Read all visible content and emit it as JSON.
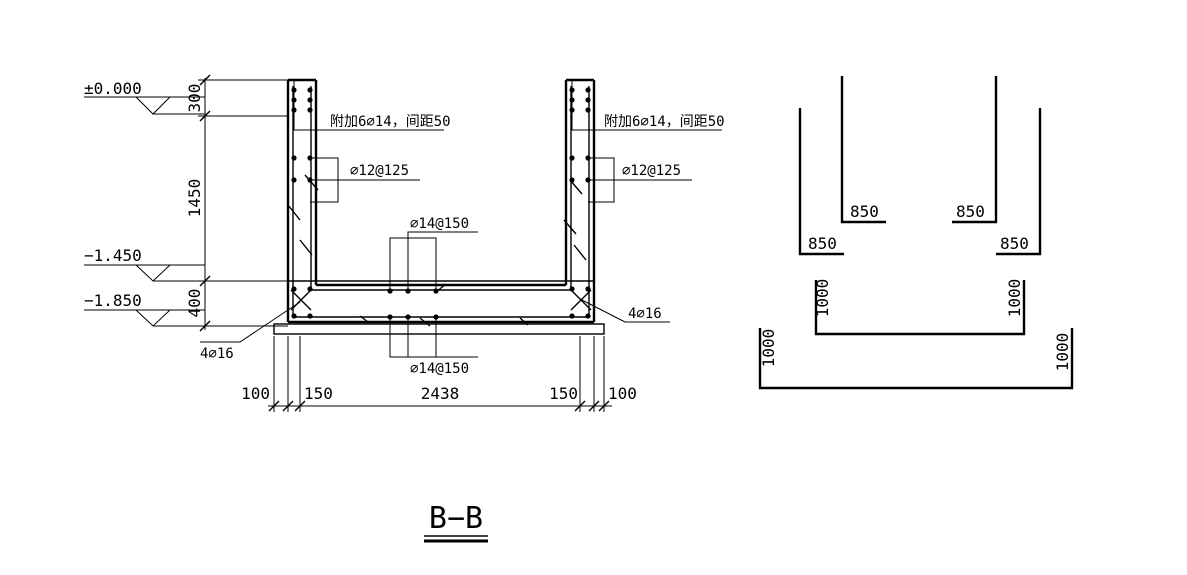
{
  "section": {
    "title": "B−B",
    "elevations": [
      "±0.000",
      "−1.450",
      "−1.850"
    ],
    "vertical_dims": [
      "300",
      "1450",
      "400"
    ],
    "horizontal_dims": [
      "100",
      "150",
      "2438",
      "150",
      "100"
    ],
    "rebar_labels": {
      "left_top": "附加6⌀14，间距50",
      "right_top": "附加6⌀14，间距50",
      "left_wall": "⌀12@125",
      "right_wall": "⌀12@125",
      "slab_top": "⌀14@150",
      "slab_bottom": "⌀14@150",
      "left_corner": "4⌀16",
      "right_corner": "4⌀16"
    }
  },
  "bar_shapes": {
    "l_bar_left": "850",
    "l_bar_left_inner": "850",
    "l_bar_right_inner": "850",
    "l_bar_right": "850",
    "u_inner_left": "1000",
    "u_inner_right": "1000",
    "u_outer_left": "1000",
    "u_outer_right": "1000"
  }
}
